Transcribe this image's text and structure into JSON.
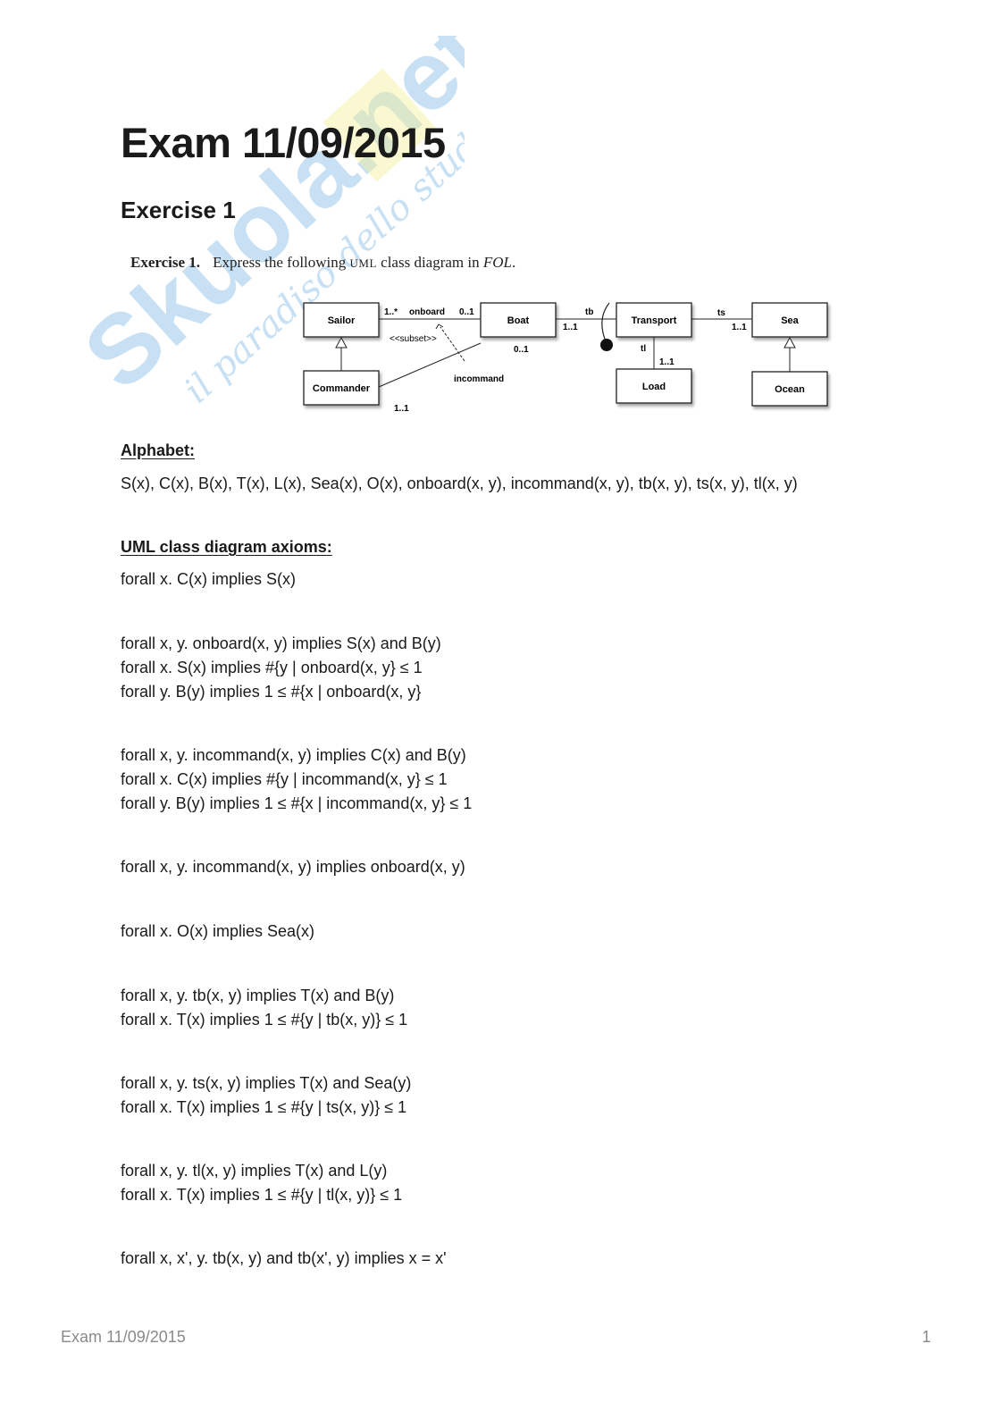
{
  "watermark": {
    "main_text": "Skuola.net",
    "tagline": "il paradiso dello studente",
    "color": "#9cc7ea"
  },
  "title": "Exam 11/09/2015",
  "subtitle": "Exercise 1",
  "figure_caption": {
    "label": "Exercise 1.",
    "text_before": "Express the following ",
    "uml": "UML",
    "text_middle": " class diagram in ",
    "fol": "FOL",
    "text_end": "."
  },
  "diagram": {
    "classes": [
      "Sailor",
      "Boat",
      "Transport",
      "Sea",
      "Commander",
      "Load",
      "Ocean"
    ],
    "labels": {
      "sailor_mult": "1..*",
      "onboard": "onboard",
      "boat_mult": "0..1",
      "subset": "<<subset>>",
      "incommand_boat_mult": "0..1",
      "incommand": "incommand",
      "commander_mult": "1..1",
      "tb": "tb",
      "tb_mult": "1..1",
      "ts": "ts",
      "ts_mult": "1..1",
      "tl": "tl",
      "tl_mult": "1..1"
    }
  },
  "alphabet": {
    "heading": "Alphabet:",
    "text": "S(x), C(x), B(x), T(x), L(x), Sea(x), O(x), onboard(x, y), incommand(x, y), tb(x, y), ts(x, y), tl(x, y)"
  },
  "axioms": {
    "heading": "UML class diagram axioms:",
    "lines": [
      "forall x. C(x) implies S(x)",
      "forall x, y. onboard(x, y) implies S(x) and B(y)",
      "forall x. S(x) implies #{y | onboard(x, y} ≤ 1",
      "forall y. B(y) implies 1 ≤ #{x | onboard(x, y}",
      "forall x, y. incommand(x, y) implies C(x) and B(y)",
      "forall x. C(x) implies #{y | incommand(x, y} ≤ 1",
      "forall y. B(y) implies 1 ≤ #{x | incommand(x, y} ≤ 1",
      "forall x, y. incommand(x, y) implies onboard(x, y)",
      "forall x. O(x) implies Sea(x)",
      "forall x, y. tb(x, y) implies T(x) and B(y)",
      "forall x. T(x) implies 1 ≤ #{y | tb(x, y)} ≤ 1",
      "forall x, y. ts(x, y) implies T(x) and Sea(y)",
      "forall x. T(x) implies 1 ≤ #{y | ts(x, y)} ≤ 1",
      "forall x, y. tl(x, y) implies T(x) and L(y)",
      "forall x. T(x) implies 1 ≤ #{y | tl(x, y)} ≤ 1",
      "forall x, x', y. tb(x, y) and tb(x', y) implies x = x'"
    ]
  },
  "footer": {
    "left": "Exam 11/09/2015",
    "page_number": "1"
  }
}
